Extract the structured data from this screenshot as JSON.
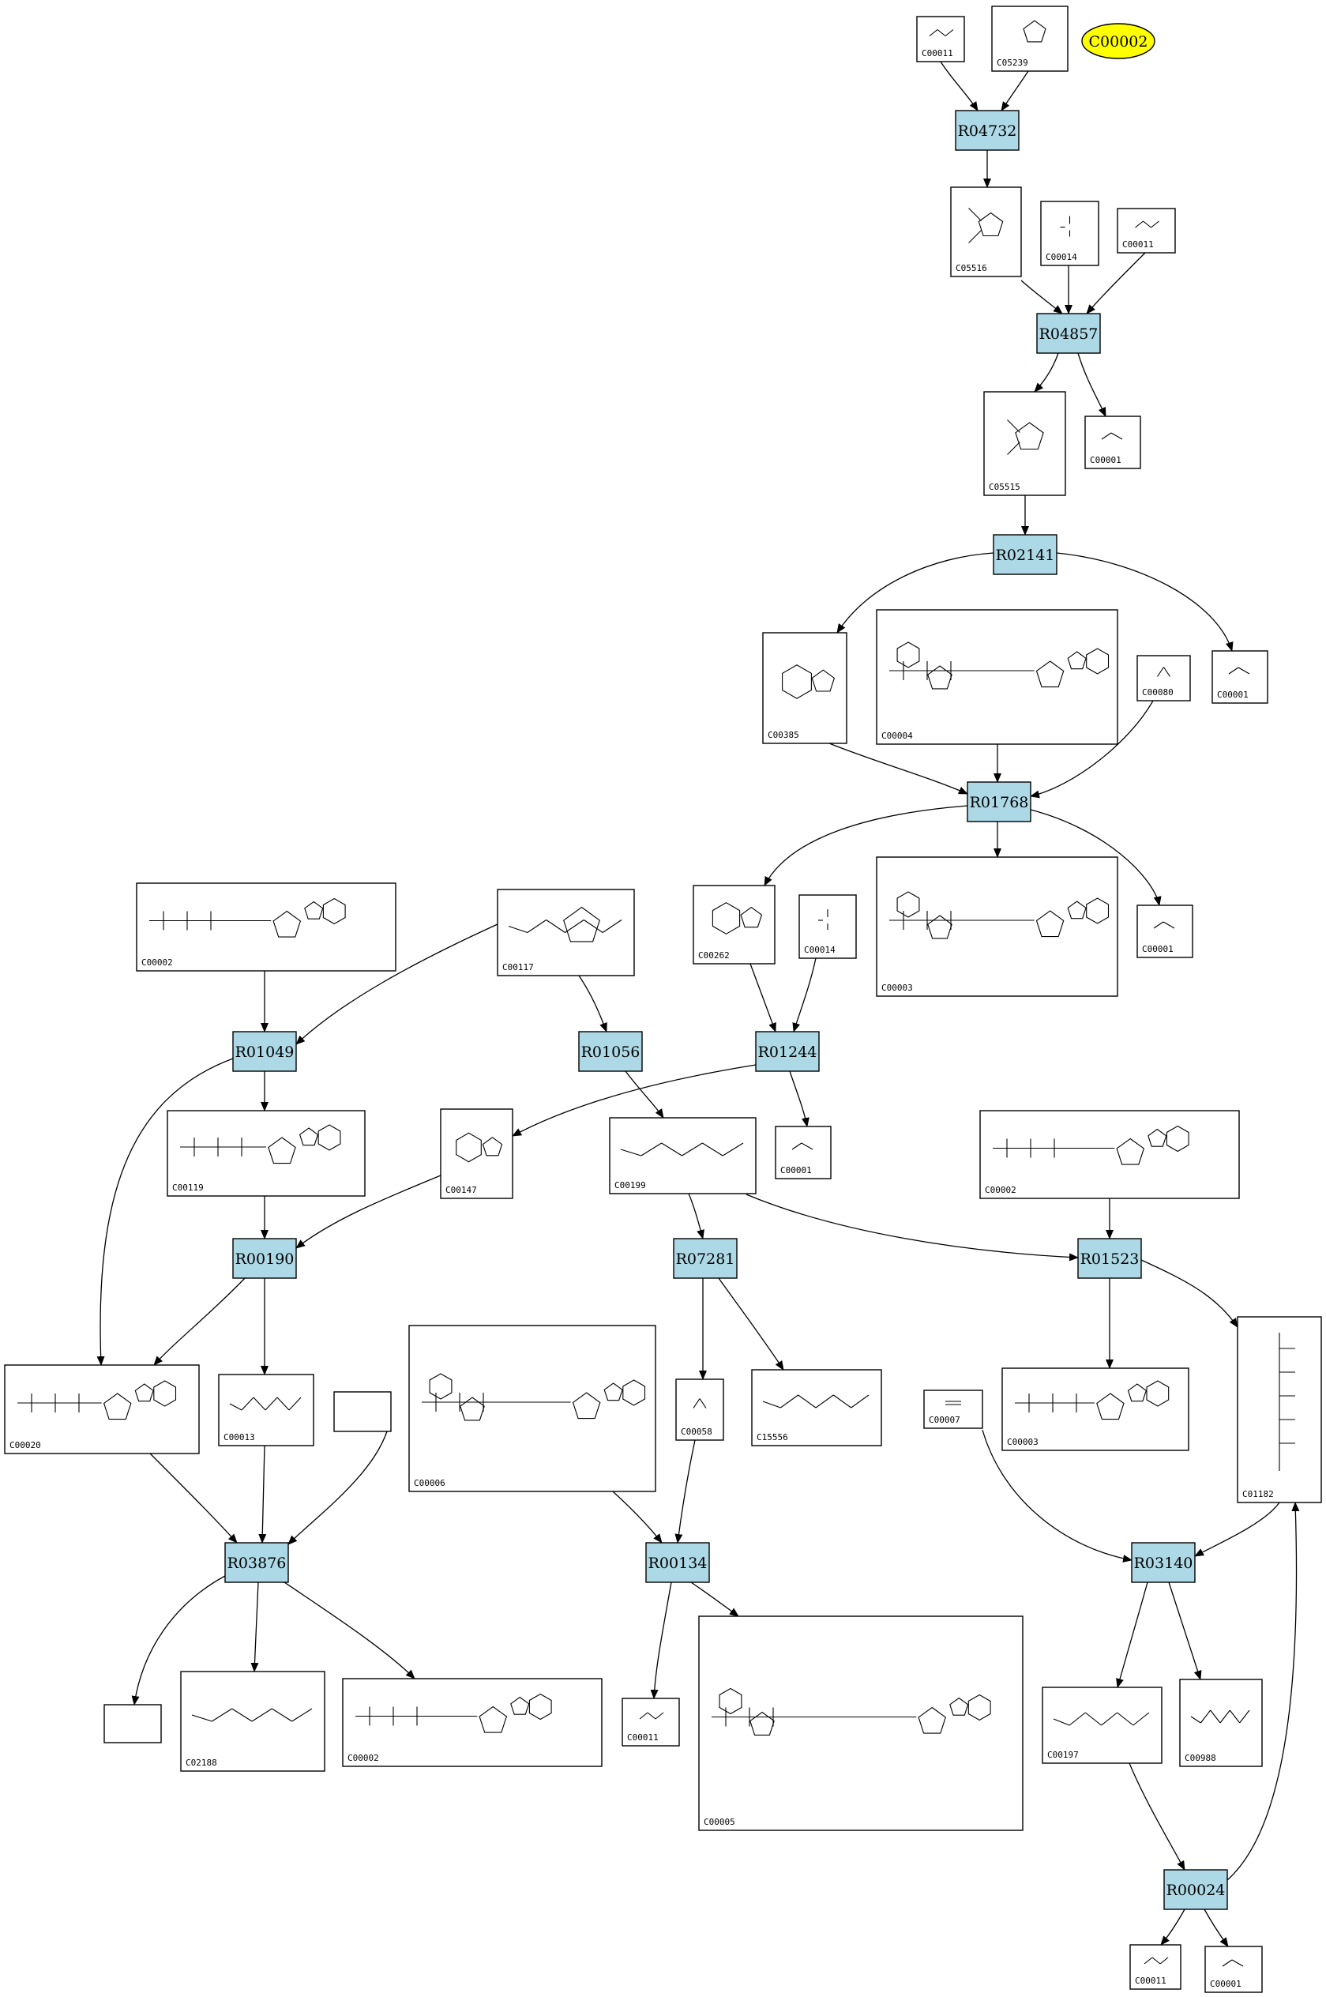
{
  "pathway": {
    "highlight": {
      "id": "C00002",
      "color": "#ffff00"
    },
    "reaction_color": "#add8e6",
    "reactions": [
      {
        "key": "R04732_a",
        "id": "R04732"
      },
      {
        "key": "R04857",
        "id": "R04857"
      },
      {
        "key": "R02141",
        "id": "R02141"
      },
      {
        "key": "R01768",
        "id": "R01768"
      },
      {
        "key": "R01049",
        "id": "R01049"
      },
      {
        "key": "R01056",
        "id": "R01056"
      },
      {
        "key": "R01244",
        "id": "R01244"
      },
      {
        "key": "R00190",
        "id": "R00190"
      },
      {
        "key": "R07281",
        "id": "R07281"
      },
      {
        "key": "R01523",
        "id": "R01523"
      },
      {
        "key": "R03876",
        "id": "R03876"
      },
      {
        "key": "R00134",
        "id": "R00134"
      },
      {
        "key": "R03140",
        "id": "R03140"
      },
      {
        "key": "R00024",
        "id": "R00024"
      }
    ],
    "compounds": [
      {
        "key": "c00011_a",
        "id": "C00011",
        "mol": "co2"
      },
      {
        "key": "c05239",
        "id": "C05239",
        "mol": "imid"
      },
      {
        "key": "c05516",
        "id": "C05516",
        "mol": "acid_imid"
      },
      {
        "key": "c00014_a",
        "id": "C00014",
        "mol": "nh3"
      },
      {
        "key": "c00011_b",
        "id": "C00011",
        "mol": "co2"
      },
      {
        "key": "c05515",
        "id": "C05515",
        "mol": "acid_imid"
      },
      {
        "key": "c00001_a",
        "id": "C00001",
        "mol": "h2o"
      },
      {
        "key": "c00385",
        "id": "C00385",
        "mol": "purine"
      },
      {
        "key": "c00004",
        "id": "C00004",
        "mol": "nad"
      },
      {
        "key": "c00080",
        "id": "C00080",
        "mol": "hplus"
      },
      {
        "key": "c00001_b",
        "id": "C00001",
        "mol": "h2o"
      },
      {
        "key": "c00002_a",
        "id": "C00002",
        "mol": "atp"
      },
      {
        "key": "c00117",
        "id": "C00117",
        "mol": "ribose_p"
      },
      {
        "key": "c00262",
        "id": "C00262",
        "mol": "purine"
      },
      {
        "key": "c00014_b",
        "id": "C00014",
        "mol": "nh3"
      },
      {
        "key": "c00003",
        "id": "C00003",
        "mol": "nad"
      },
      {
        "key": "c00001_c",
        "id": "C00001",
        "mol": "h2o"
      },
      {
        "key": "c00119",
        "id": "C00119",
        "mol": "prpp"
      },
      {
        "key": "c00147",
        "id": "C00147",
        "mol": "purine"
      },
      {
        "key": "c00199",
        "id": "C00199",
        "mol": "chain_p"
      },
      {
        "key": "c00001_d",
        "id": "C00001",
        "mol": "h2o"
      },
      {
        "key": "c00002_b",
        "id": "C00002",
        "mol": "atp"
      },
      {
        "key": "c00020",
        "id": "C00020",
        "mol": "amp"
      },
      {
        "key": "c00013",
        "id": "C00013",
        "mol": "ppi"
      },
      {
        "key": "c00006",
        "id": "C00006",
        "mol": "nadp"
      },
      {
        "key": "c00058",
        "id": "C00058",
        "mol": "formate"
      },
      {
        "key": "c15556",
        "id": "C15556",
        "mol": "chain_p"
      },
      {
        "key": "c00003_b",
        "id": "C00003",
        "mol": "adp"
      },
      {
        "key": "c00007",
        "id": "C00007",
        "mol": "o2"
      },
      {
        "key": "c01182",
        "id": "C01182",
        "mol": "bisp"
      },
      {
        "key": "c02188",
        "id": "C02188",
        "mol": "lys"
      },
      {
        "key": "c00002_c",
        "id": "C00002",
        "mol": "atp"
      },
      {
        "key": "c00011_c",
        "id": "C00011",
        "mol": "co2"
      },
      {
        "key": "c00005",
        "id": "C00005",
        "mol": "nadph"
      },
      {
        "key": "c00197",
        "id": "C00197",
        "mol": "pg"
      },
      {
        "key": "c00988",
        "id": "C00988",
        "mol": "pg"
      },
      {
        "key": "c00011_d",
        "id": "C00011",
        "mol": "co2"
      },
      {
        "key": "c00001_e",
        "id": "C00001",
        "mol": "h2o"
      }
    ]
  }
}
